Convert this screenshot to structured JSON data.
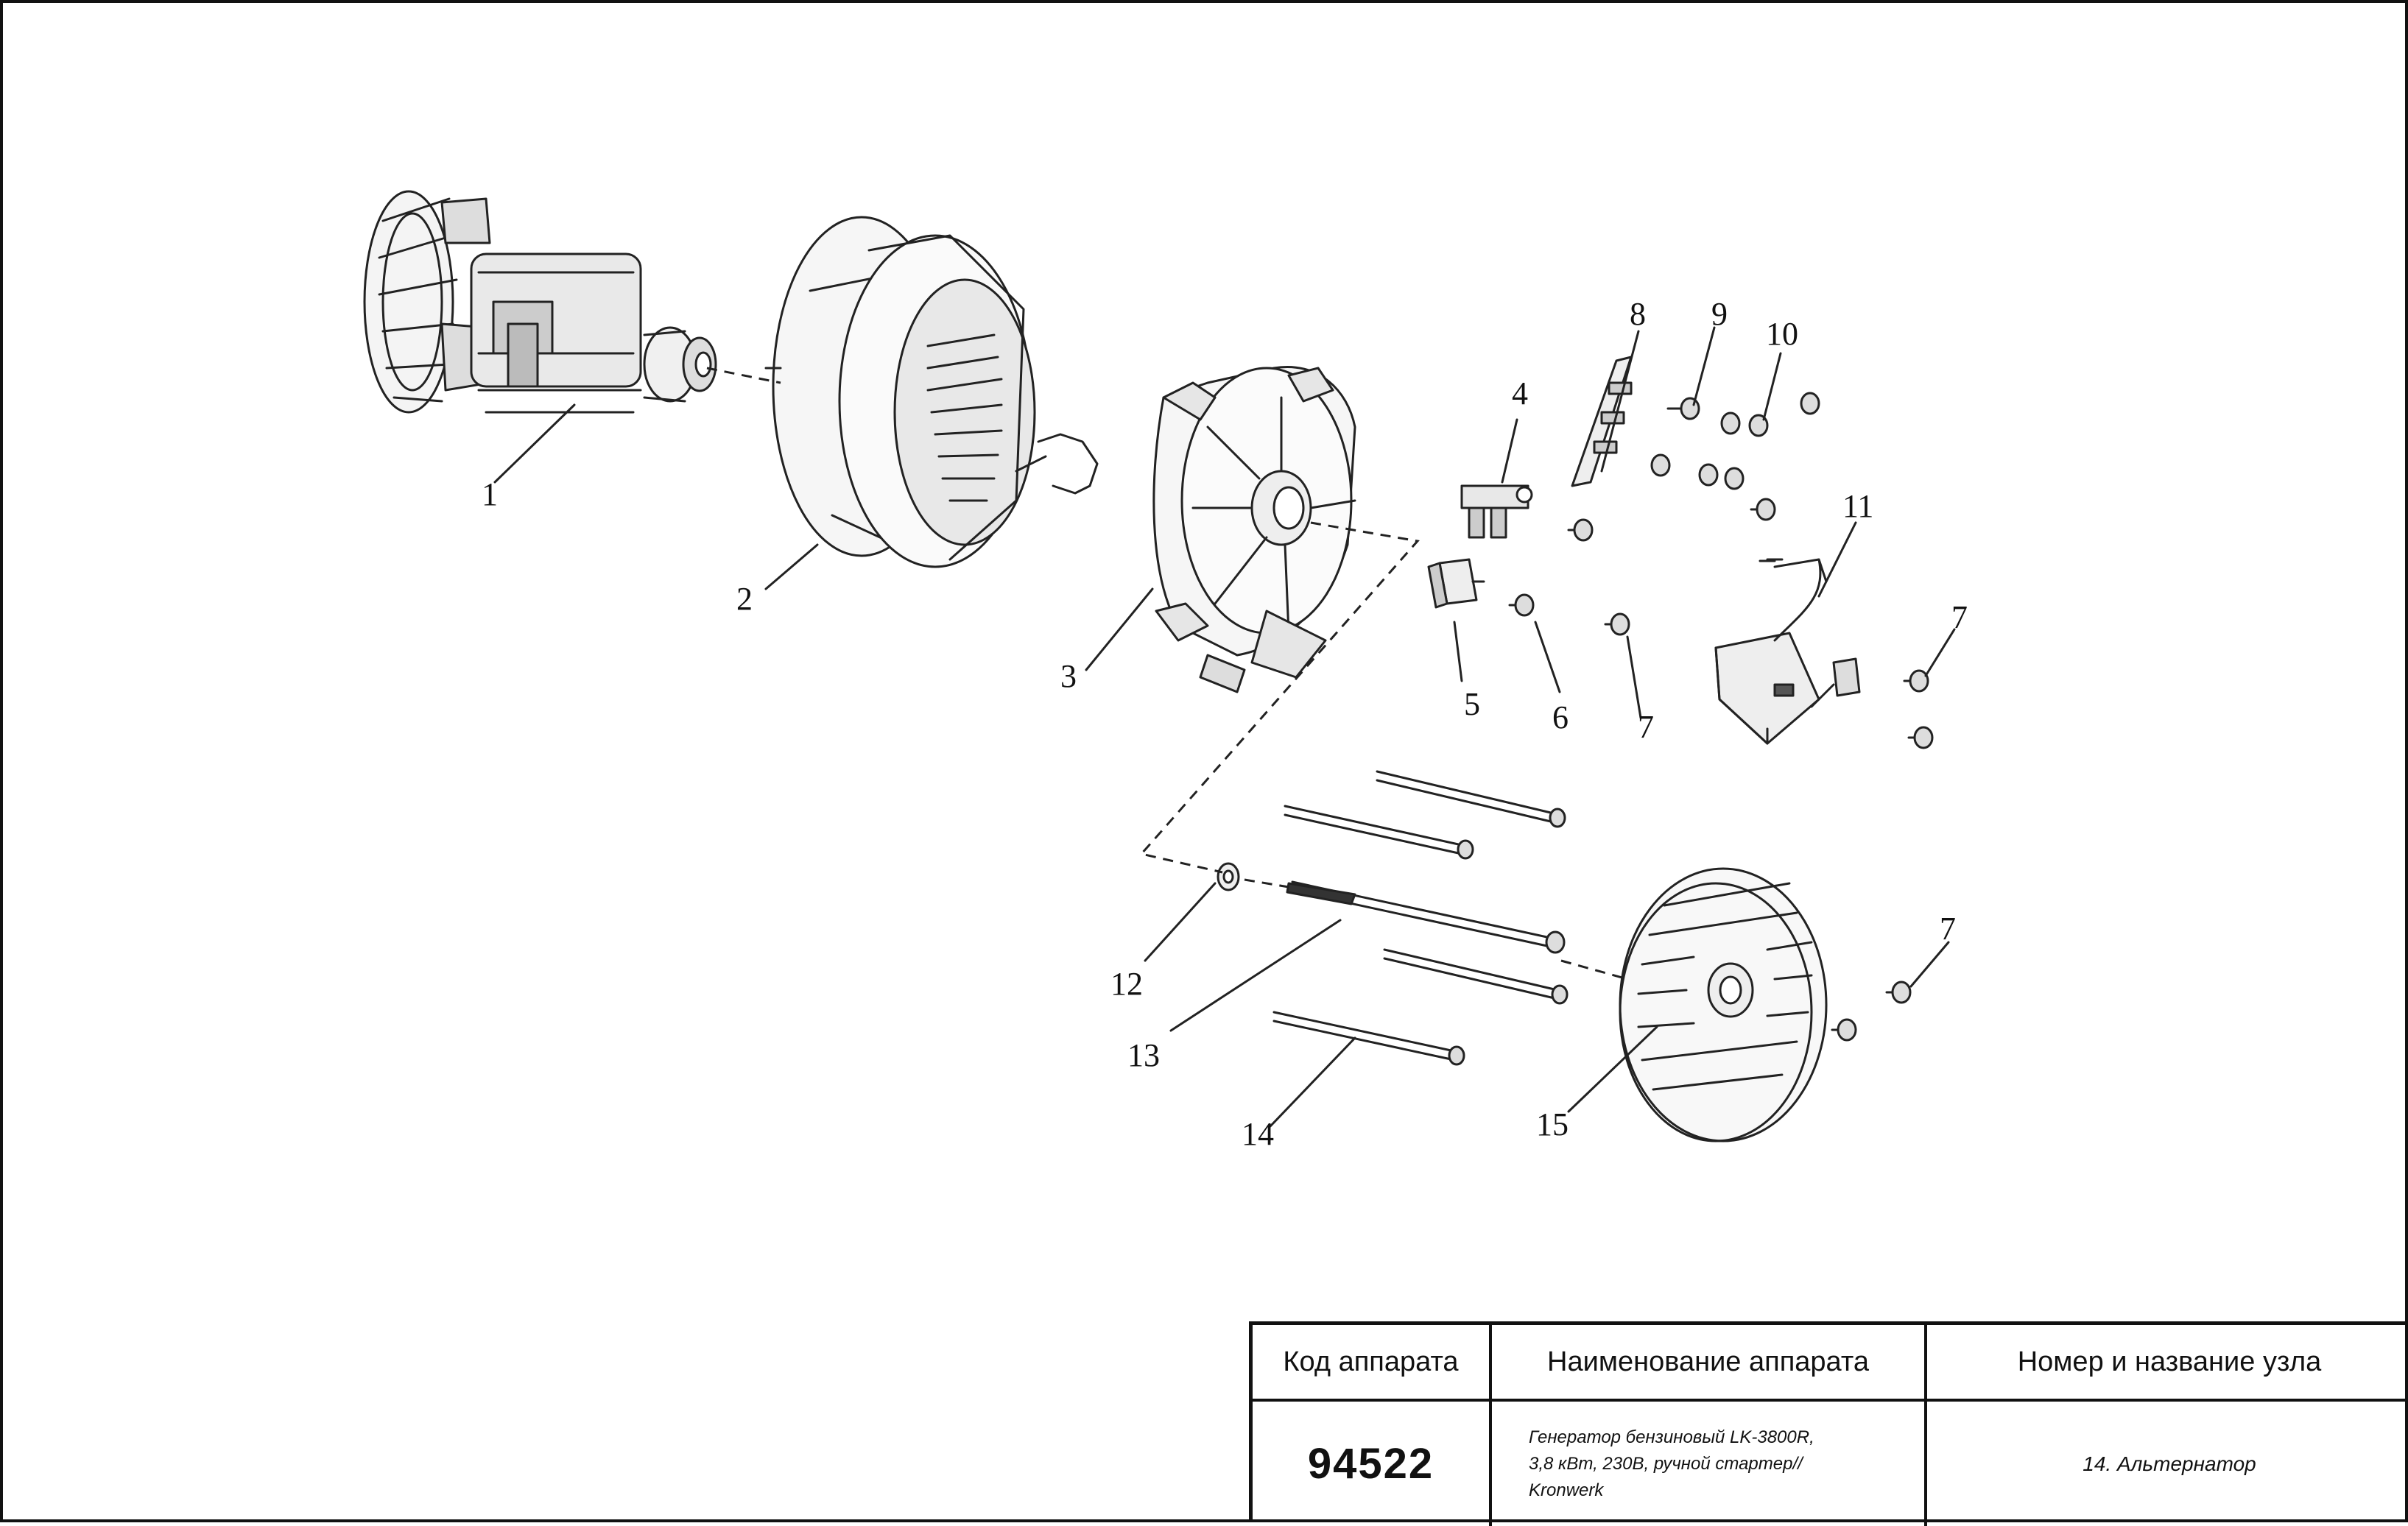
{
  "callouts": [
    "1",
    "2",
    "3",
    "4",
    "5",
    "6",
    "7",
    "8",
    "9",
    "10",
    "11",
    "7",
    "12",
    "13",
    "14",
    "15",
    "7"
  ],
  "title_block": {
    "col1_header": "Код аппарата",
    "col2_header": "Наименование аппарата",
    "col3_header": "Номер и название узла",
    "code": "94522",
    "name_line1": "Генератор бензиновый LK-3800R,",
    "name_line2": "3,8 кВт, 230В, ручной стартер//",
    "name_line3": "Kronwerk",
    "unit": "14. Альтернатор"
  }
}
